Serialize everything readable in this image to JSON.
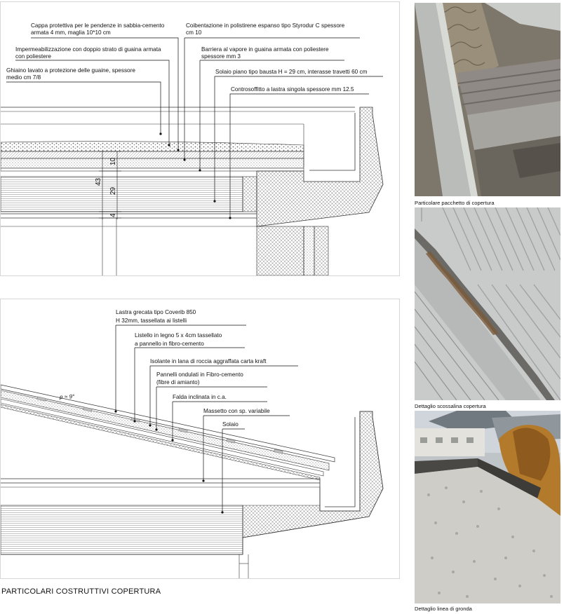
{
  "section1": {
    "labels": [
      "Cappa protettiva per le pendenze in sabbia-cemento",
      "armata 4 mm, maglia 10*10 cm",
      "Coibentazione in polistirene espanso tipo Styrodur C spessore",
      "cm 10",
      "Impermeabilizzazione con doppio strato di guaina armata",
      "con poliestere",
      "Barriera al vapore in guaina armata con poliestere",
      "spessore mm 3",
      "Ghiaino lavato a protezione delle guaine, spessore",
      "medio cm 7/8",
      "Solaio piano tipo bausta H = 29 cm, interasse travetti 60 cm",
      "Controsoffitto  a lastra singola spessore mm 12.5"
    ],
    "dims": [
      "43",
      "10",
      "29",
      "4"
    ]
  },
  "section2": {
    "slope": "p ≈ 9°",
    "labels": [
      "Lastra grecata tipo Coverib 850",
      "H 32mm, tassellata ai listelli",
      "Listello in legno 5 x 4cm tassellato",
      "a pannello in fibro-cemento",
      "Isolante in lana di roccia aggraffata carta kraft",
      "Pannelli ondulati in Fibro-cemento",
      "(fibre di amianto)",
      "Falda inclinata in c.a.",
      "Massetto con sp. variabile",
      "Solaio"
    ]
  },
  "title": "PARTICOLARI COSTRUTTIVI COPERTURA",
  "captions": {
    "photo1": "Particolare pacchetto di copertura",
    "photo2": "Dettaglio scossalina copertura",
    "photo3": "Dettaglio linea di gronda"
  }
}
